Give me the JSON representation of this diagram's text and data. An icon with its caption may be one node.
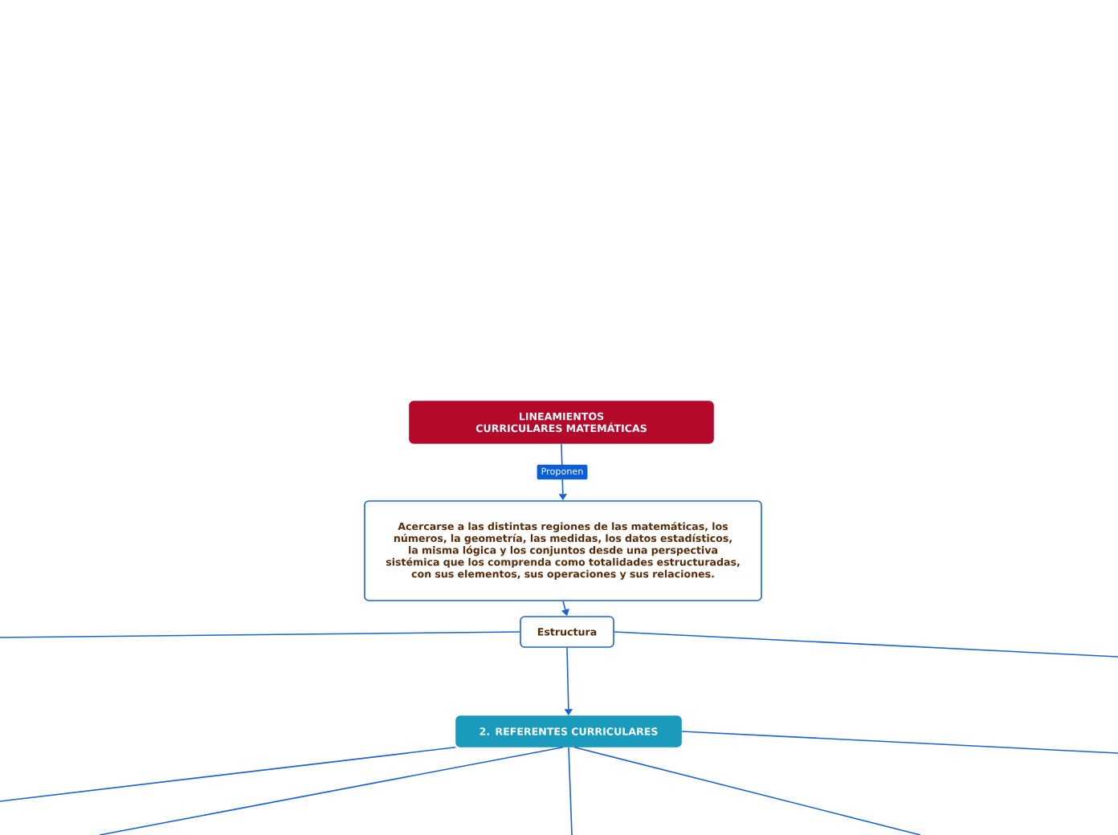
{
  "diagram": {
    "nodes": [
      {
        "text": [
          "LINEAMIENTOS CURRICULARES MATEMÁTICAS"
        ]
      },
      {
        "text": [
          "Acercarse a las distintas regiones de las matemáticas, los números, la geometría, las medidas, los datos estadísticos, la misma lógica y los conjuntos desde una perspectiva sistémica que los comprenda como totalidades estructuradas, con sus elementos, sus operaciones y sus relaciones."
        ]
      },
      {
        "text": [
          "Estructura"
        ]
      },
      {
        "text": [
          "2. REFERENTES CURRICULARES"
        ]
      }
    ],
    "edges": [
      {
        "from": 0,
        "to": 1,
        "arrow": "to",
        "label": "Proponen"
      },
      {
        "from": 1,
        "to": 2,
        "arrow": "to"
      },
      {
        "from": 2,
        "to": null,
        "arrow": "none"
      },
      {
        "from": 2,
        "to": null,
        "arrow": "none"
      },
      {
        "from": 2,
        "to": 3,
        "arrow": "to"
      },
      {
        "from": 3,
        "to": null,
        "arrow": "none"
      },
      {
        "from": 3,
        "to": null,
        "arrow": "none"
      },
      {
        "from": 3,
        "to": null,
        "arrow": "none"
      },
      {
        "from": 3,
        "to": null,
        "arrow": "none"
      },
      {
        "from": 3,
        "to": null,
        "arrow": "none"
      }
    ]
  }
}
